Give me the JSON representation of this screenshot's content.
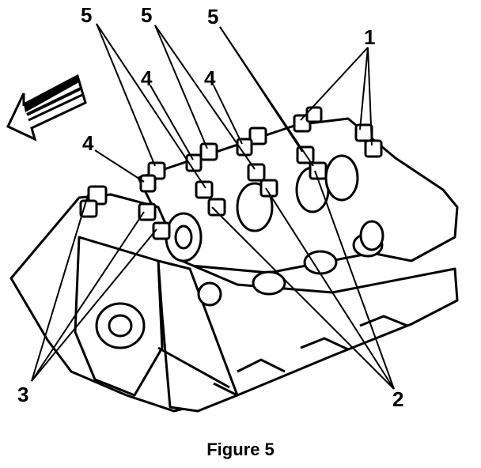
{
  "figure": {
    "caption": "Figure 5",
    "callouts": {
      "c1": "1",
      "c2": "2",
      "c3": "3",
      "c4": "4",
      "c5": "5"
    },
    "ink_color": "#000000",
    "paper_color": "#ffffff"
  }
}
